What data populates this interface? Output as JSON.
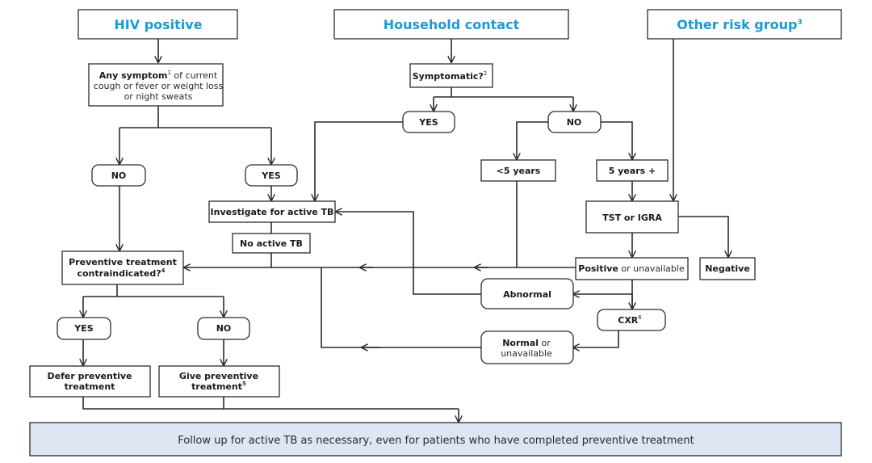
{
  "headers": {
    "hiv": "HIV positive",
    "household": "Household contact",
    "other": "Other risk group",
    "other_sup": "3"
  },
  "nodes": {
    "any_symptom_bold": "Any symptom",
    "any_symptom_sup": "1",
    "any_symptom_rest1": " of current",
    "any_symptom_line2": "cough or fever or weight loss",
    "any_symptom_line3": "or night sweats",
    "symptomatic": "Symptomatic?",
    "symptomatic_sup": "2",
    "yes_household": "YES",
    "no_household": "NO",
    "no_hiv": "NO",
    "yes_hiv": "YES",
    "under5": "<5 years",
    "over5": "5 years +",
    "investigate": "Investigate for active TB",
    "no_active_tb": "No active TB",
    "tst_igra": "TST or IGRA",
    "contra_line1": "Preventive treatment",
    "contra_line2": "contraindicated?",
    "contra_sup": "4",
    "positive_bold": "Positive",
    "positive_rest": " or unavailable",
    "negative": "Negative",
    "abnormal": "Abnormal",
    "cxr": "CXR",
    "cxr_sup": "6",
    "normal_bold": "Normal",
    "normal_rest": " or",
    "normal_line2": "unavailable",
    "yes_contra": "YES",
    "no_contra": "NO",
    "defer_line1": "Defer preventive",
    "defer_line2": "treatment",
    "give_line1": "Give preventive",
    "give_line2": "treatment",
    "give_sup": "5"
  },
  "footer": "Follow up for active TB as necessary, even for patients who have completed preventive treatment",
  "colors": {
    "header_text": "#1a9bd6",
    "footer_fill": "#dde6f2",
    "line": "#2b2b2b"
  }
}
